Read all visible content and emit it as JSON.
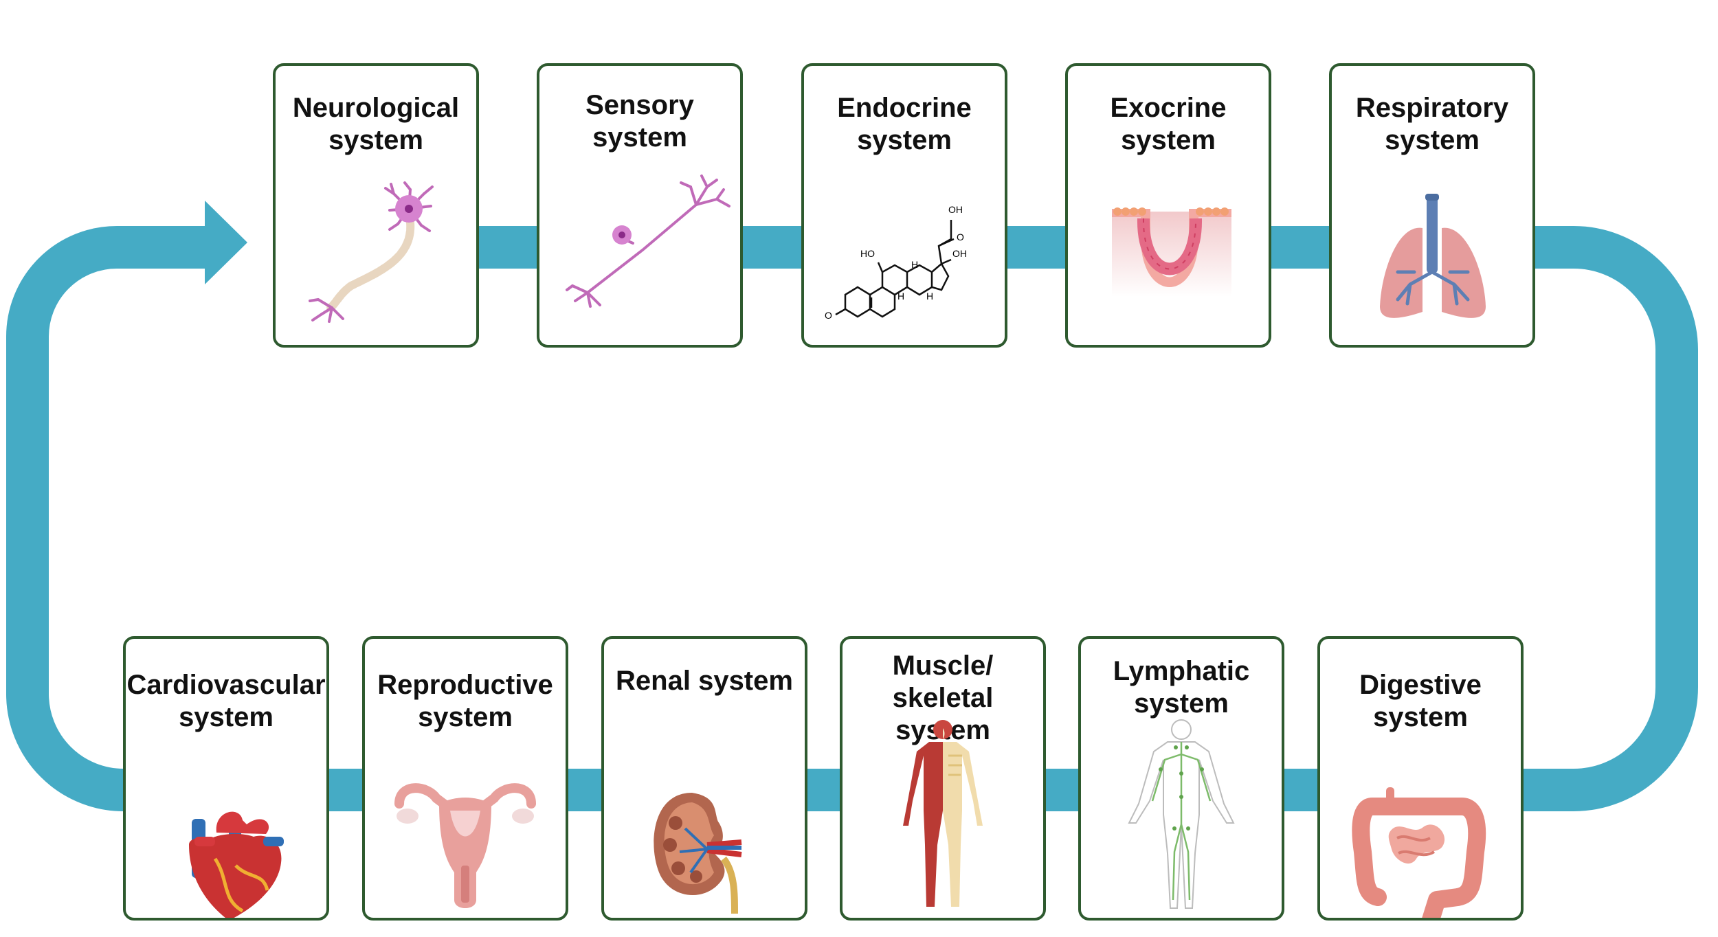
{
  "colors": {
    "flow": "#45abc5",
    "card_border": "#2e5a2f",
    "title": "#111111"
  },
  "cards": {
    "neurological": {
      "title": "Neurological\nsystem",
      "icon": "neuron-icon"
    },
    "sensory": {
      "title": "Sensory system",
      "icon": "sensory-neuron-icon"
    },
    "endocrine": {
      "title": "Endocrine\nsystem",
      "icon": "cortisol-molecule-icon",
      "molecule_labels": {
        "oh_top": "OH",
        "o_ketone": "O",
        "ho_left": "HO",
        "oh_right": "OH",
        "h1": "H",
        "h2": "H",
        "h3": "H",
        "o_bottom": "O"
      }
    },
    "exocrine": {
      "title": "Exocrine\nsystem",
      "icon": "gland-epithelium-icon"
    },
    "respiratory": {
      "title": "Respiratory\nsystem",
      "icon": "lungs-icon"
    },
    "cardiovascular": {
      "title": "Cardiovascular\nsystem",
      "icon": "heart-icon"
    },
    "reproductive": {
      "title": "Reproductive\nsystem",
      "icon": "uterus-icon"
    },
    "renal": {
      "title": "Renal system",
      "icon": "kidney-icon"
    },
    "muscle_skeletal": {
      "title": "Muscle/\nskeletal system",
      "icon": "muscle-skeleton-body-icon"
    },
    "lymphatic": {
      "title": "Lymphatic\nsystem",
      "icon": "lymphatic-body-icon"
    },
    "digestive": {
      "title": "Digestive\nsystem",
      "icon": "intestines-icon"
    }
  }
}
